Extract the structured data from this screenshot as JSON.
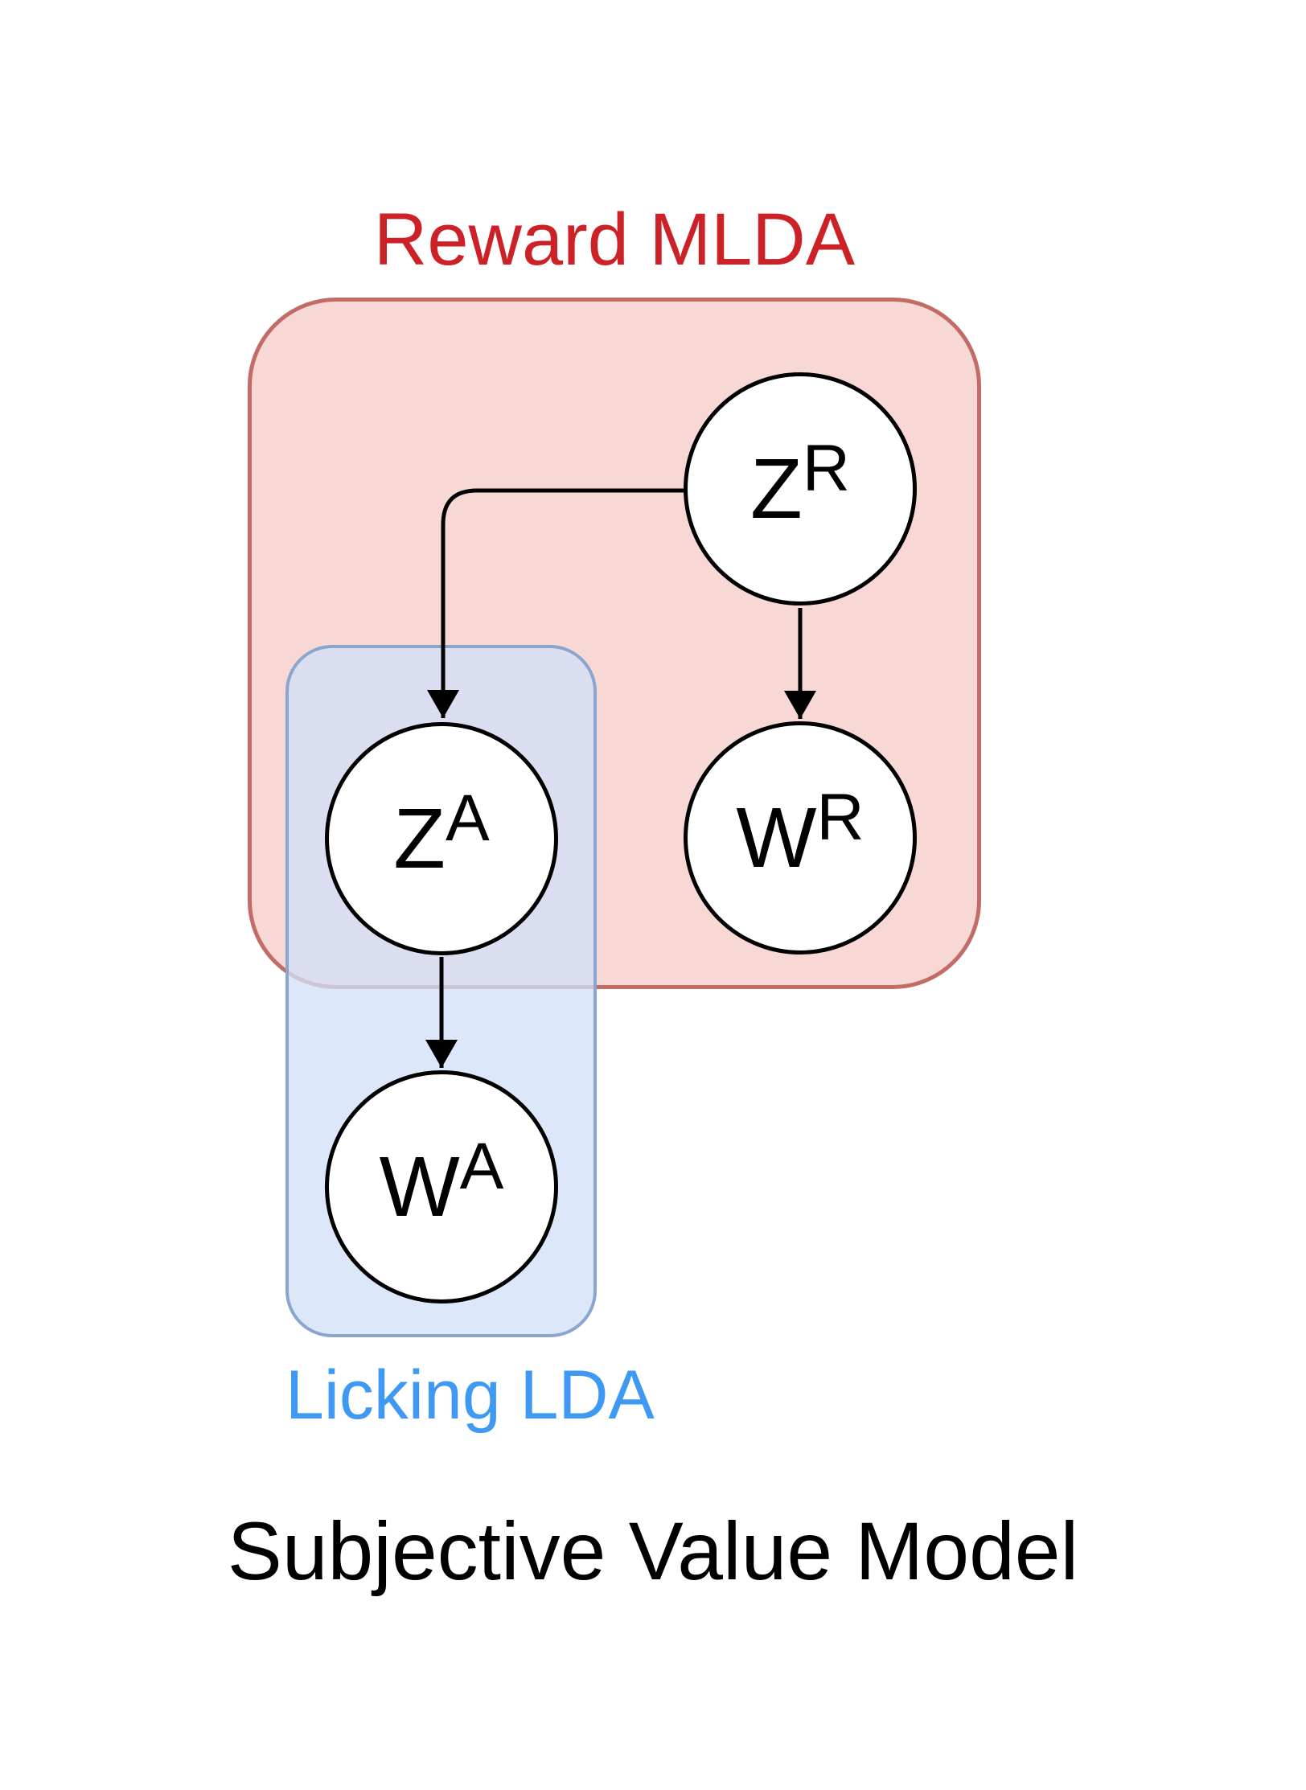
{
  "title": "Subjective Value Model",
  "groups": {
    "reward": {
      "label": "Reward MLDA",
      "label_color": "#cc2127",
      "fill": "#f8d8d5",
      "border_color": "#c26c68"
    },
    "licking": {
      "label": "Licking LDA",
      "label_color": "#3f99f3",
      "fill": "#dde9fb",
      "border_color": "#8ba6cd"
    }
  },
  "nodes": {
    "zr": {
      "base": "Z",
      "sup": "R"
    },
    "wr": {
      "base": "W",
      "sup": "R"
    },
    "za": {
      "base": "Z",
      "sup": "A"
    },
    "wa": {
      "base": "W",
      "sup": "A"
    }
  },
  "edges": [
    {
      "from": "zr",
      "to": "za"
    },
    {
      "from": "zr",
      "to": "wr"
    },
    {
      "from": "za",
      "to": "wa"
    }
  ]
}
